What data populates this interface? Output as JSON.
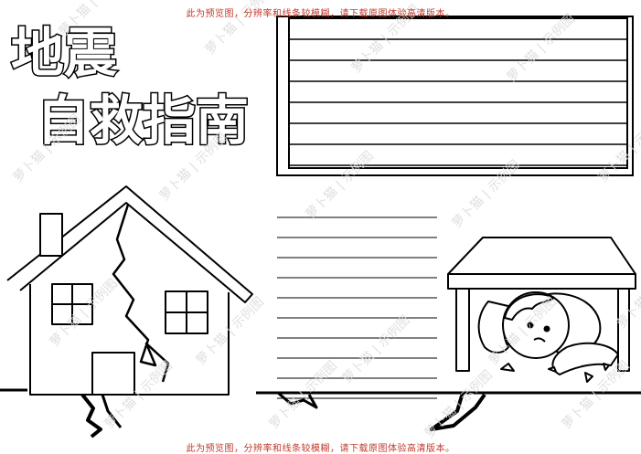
{
  "title": {
    "line1": "地震",
    "line2": "自救指南"
  },
  "notice": {
    "top": "此为预览图，分辨率和线条较模糊，请下载原图体验高清版本。",
    "bottom": "此为预览图，分辨率和线条较模糊，请下载原图体验高清版本。"
  },
  "watermark": "萝卜猫 | 示例图",
  "colors": {
    "notice": "#c0392b",
    "ink": "#000000",
    "watermark": "#d8d8d8"
  }
}
